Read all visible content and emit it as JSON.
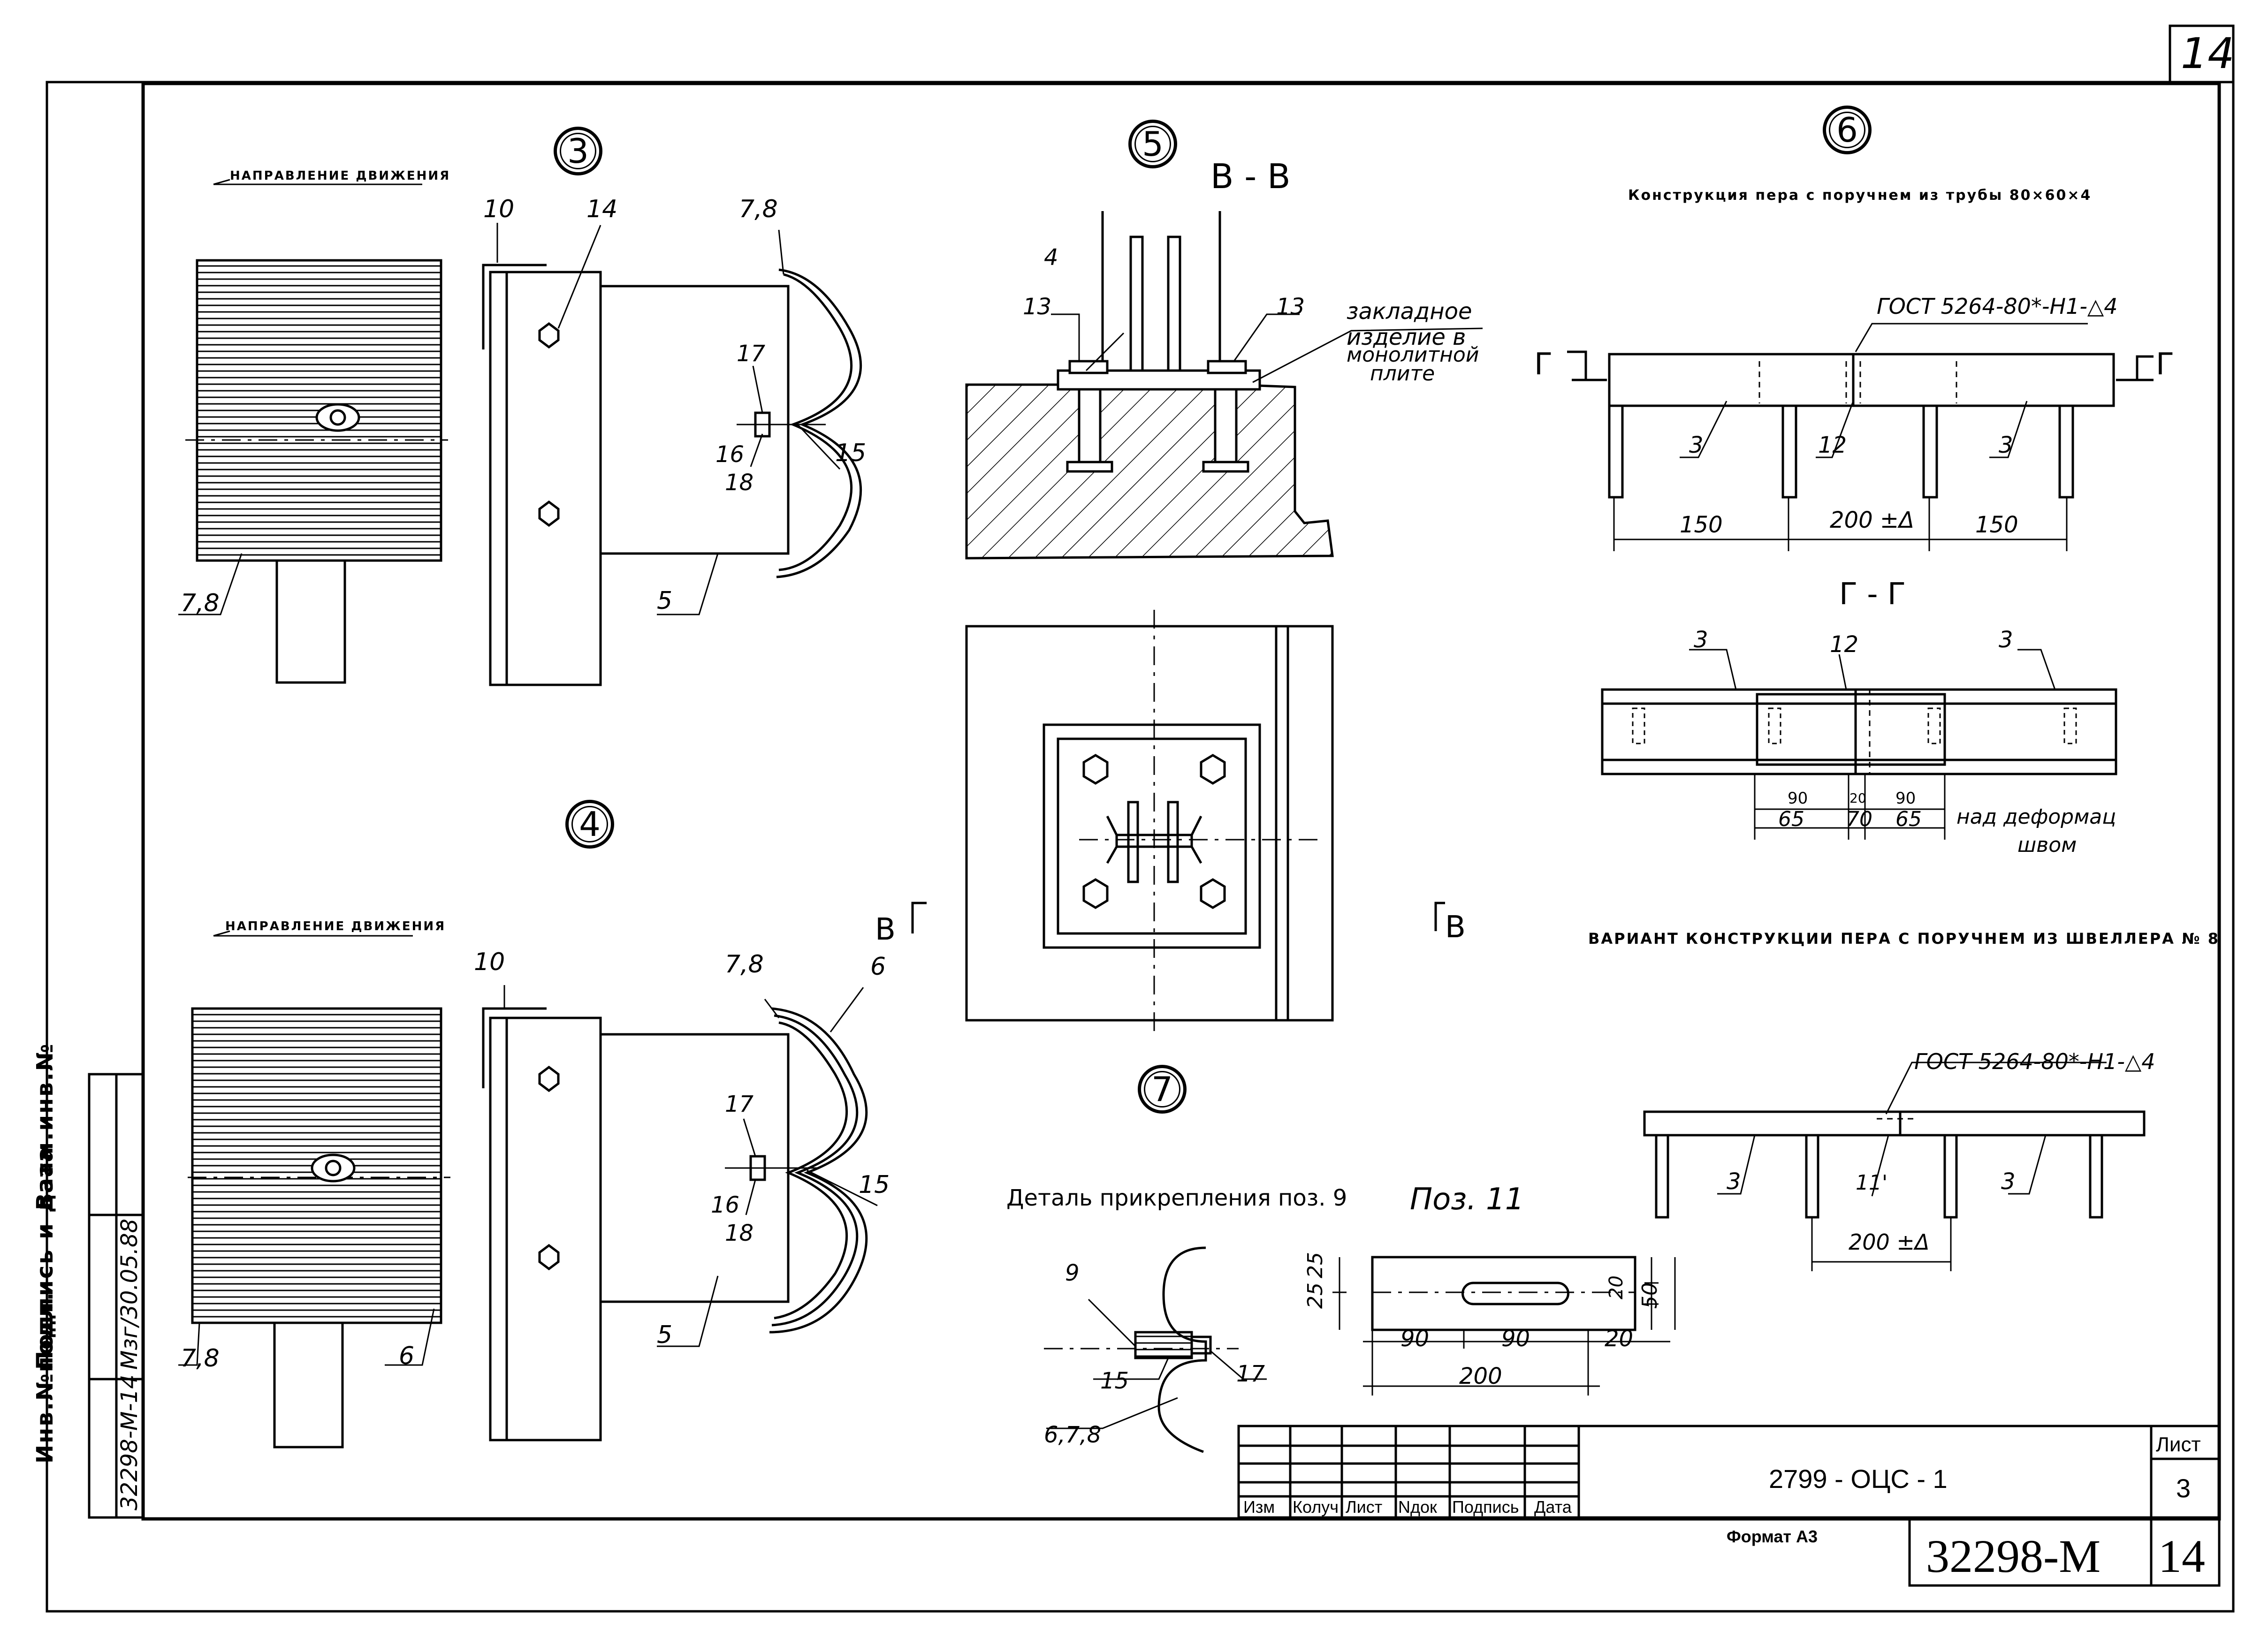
{
  "sheet": {
    "page_number": "14",
    "section_number": "32298-M",
    "section_page": "14",
    "format": "Формат А3"
  },
  "left_stamp": {
    "inv_label": "Инв.№подл.",
    "sign_label": "Подпись и дата",
    "ref_label": "Взам.инв.№",
    "inv_value": "32298-М-14",
    "sign_value": "Мзг/30.05.88"
  },
  "title_block": {
    "code": "2799 - ОЦС - 1",
    "cols": [
      "Изм",
      "Колуч",
      "Лист",
      "Nдок",
      "Подпись",
      "Дата"
    ],
    "sheet_label": "Лист",
    "sheet_value": "3"
  },
  "detail3": {
    "number": "3",
    "direction": "НАПРАВЛЕНИЕ ДВИЖЕНИЯ",
    "labels": [
      "10",
      "14",
      "7,8",
      "17",
      "16",
      "18",
      "15",
      "7,8",
      "5"
    ]
  },
  "detail4": {
    "number": "4",
    "direction": "НАПРАВЛЕНИЕ ДВИЖЕНИЯ",
    "labels": [
      "10",
      "7,8",
      "6",
      "17",
      "16",
      "18",
      "15",
      "7,8",
      "6",
      "5"
    ]
  },
  "detail5": {
    "number": "5",
    "section": "В - В",
    "labels": [
      "4",
      "13",
      "13"
    ],
    "embedded_note": [
      "закладное",
      "изделие в",
      "монолитной",
      "плите"
    ],
    "cut_left": "В",
    "cut_right": "В"
  },
  "detail6": {
    "number": "6",
    "title": "Конструкция пера с поручнем из трубы 80×60×4",
    "weld_note": "ГОСТ 5264-80*-Н1-△4",
    "cut_left": "Г",
    "cut_right": "Г",
    "labels": [
      "3",
      "12",
      "3"
    ],
    "dims": [
      "150",
      "200 ±Δ",
      "150"
    ],
    "section": "Г - Г",
    "section_labels": [
      "3",
      "12",
      "3"
    ],
    "section_dims_top": [
      "90",
      "20",
      "90"
    ],
    "section_dims_bottom": [
      "65",
      "70",
      "65"
    ],
    "section_note": [
      "над деформац",
      "швом"
    ]
  },
  "variant": {
    "title": "ВАРИАНТ КОНСТРУКЦИИ ПЕРА С ПОРУЧНЕМ ИЗ ШВЕЛЛЕРА № 8",
    "weld_note": "ГОСТ 5264-80*-Н1-△4",
    "labels": [
      "3",
      "11'",
      "3"
    ],
    "dims": [
      "200 ±Δ"
    ]
  },
  "detail7": {
    "number": "7",
    "title": "Деталь прикрепления поз. 9",
    "labels": [
      "9",
      "15",
      "17",
      "6,7,8"
    ]
  },
  "pos11": {
    "title": "Поз. 11",
    "dims_h": [
      "90",
      "90",
      "20",
      "200"
    ],
    "dims_v": [
      "25",
      "25",
      "20",
      "50"
    ]
  }
}
